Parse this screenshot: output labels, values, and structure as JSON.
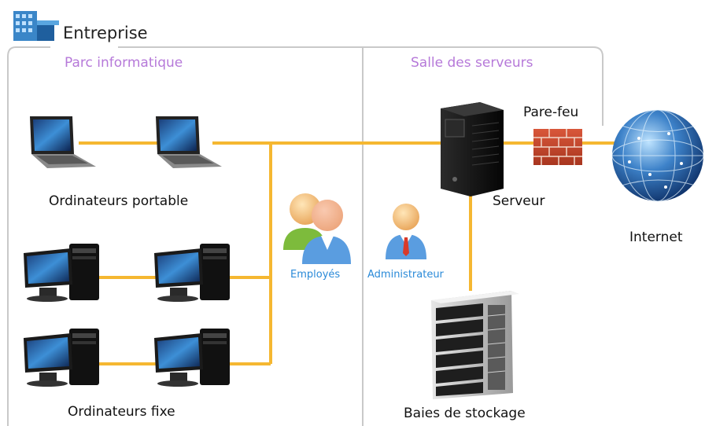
{
  "title": "Entreprise",
  "sections": {
    "left": "Parc informatique",
    "right": "Salle des serveurs"
  },
  "labels": {
    "laptops": "Ordinateurs portable",
    "desktops": "Ordinateurs fixe",
    "employees": "Employés",
    "admin": "Administrateur",
    "server": "Serveur",
    "firewall": "Pare-feu",
    "internet": "Internet",
    "storage": "Baies de stockage"
  },
  "colors": {
    "link": "#f5b731",
    "frame": "#c9c9c9",
    "section_title": "#b679d9",
    "role_label": "#2a8ad8"
  }
}
